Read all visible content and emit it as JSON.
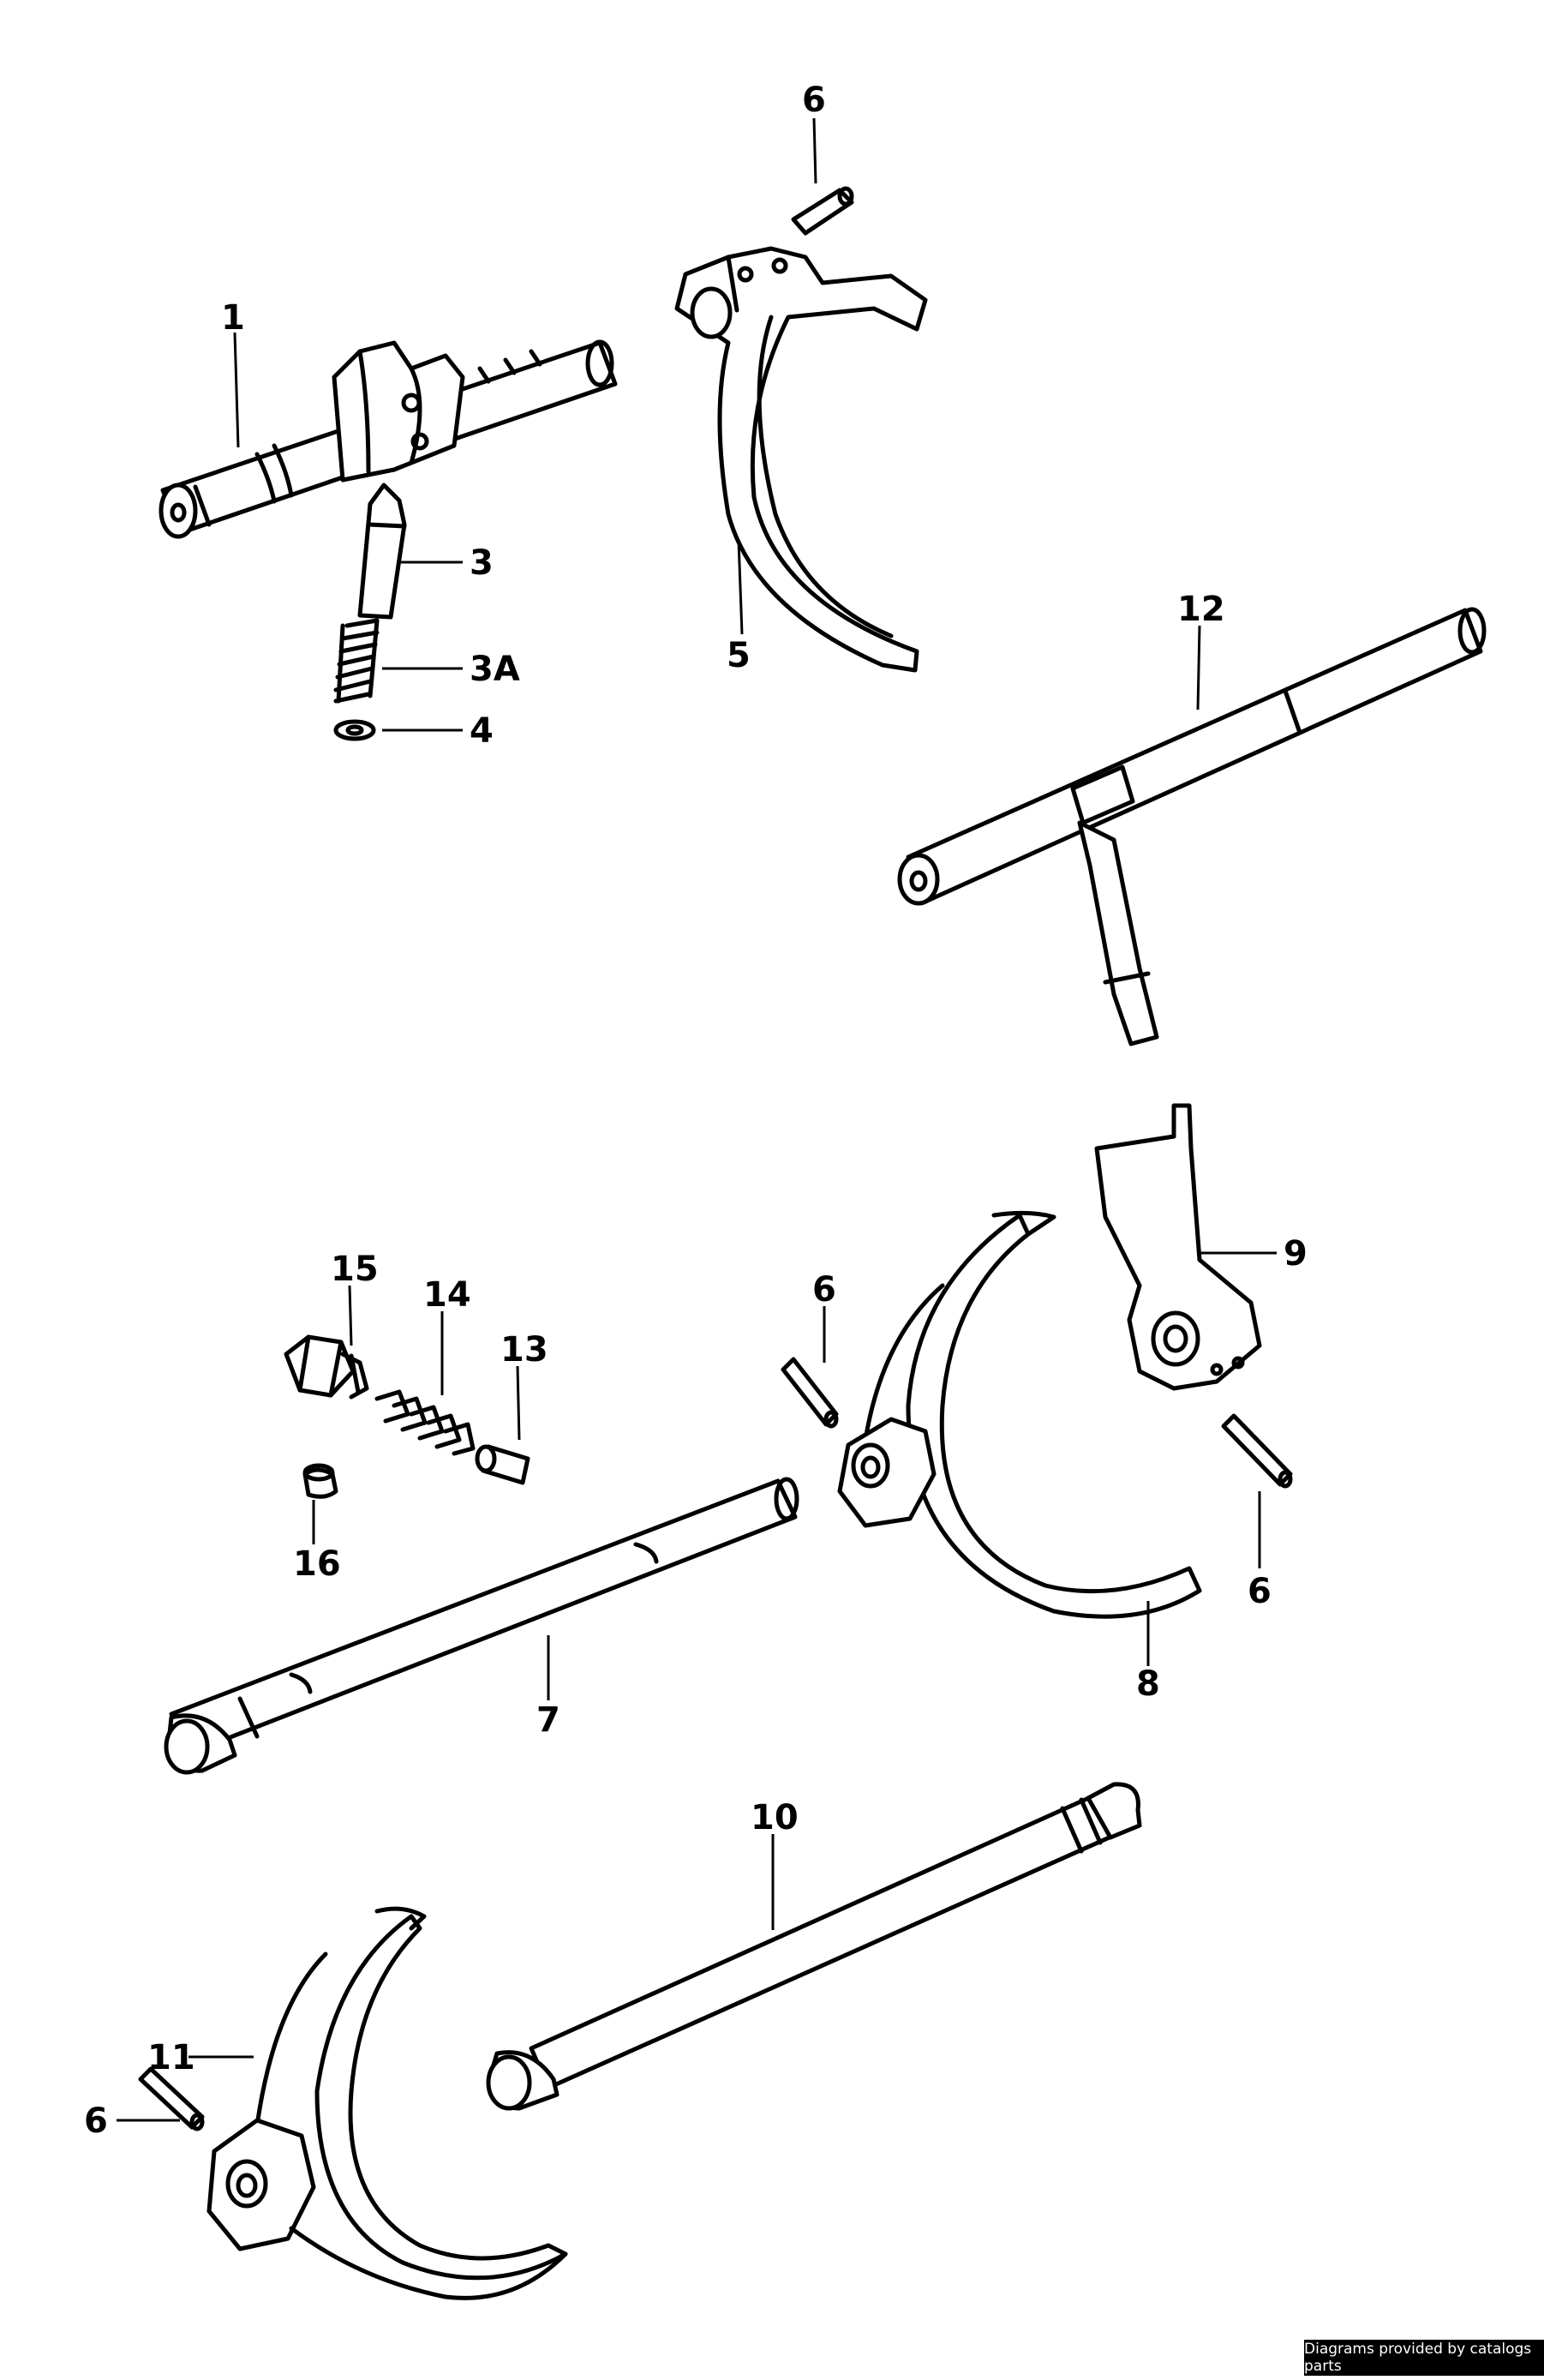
{
  "callouts": {
    "c1": "1",
    "c3": "3",
    "c3a": "3A",
    "c4": "4",
    "c5": "5",
    "c6a": "6",
    "c6b": "6",
    "c6c": "6",
    "c6d": "6",
    "c7": "7",
    "c8": "8",
    "c9": "9",
    "c10": "10",
    "c11": "11",
    "c12": "12",
    "c13": "13",
    "c14": "14",
    "c15": "15",
    "c16": "16"
  },
  "footer": {
    "credit": "Diagrams provided by catalogs parts"
  },
  "colors": {
    "line": "#000000",
    "background": "#ffffff"
  }
}
